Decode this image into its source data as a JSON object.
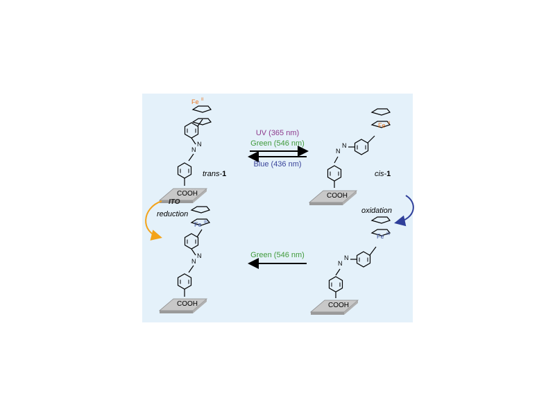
{
  "labels": {
    "fe2": "Fe",
    "fe2_sup": "II",
    "fe3": "Fe",
    "fe3_sup": "III",
    "trans_prefix": "trans-",
    "cis_prefix": "cis-",
    "compound_number": "1",
    "cooh": "COOH",
    "ito": "ITO",
    "reduction": "reduction",
    "oxidation": "oxidation",
    "uv": "UV (365 nm)",
    "green_top": "Green (546 nm)",
    "blue": "Blue (436 nm)",
    "green_bottom": "Green (546 nm)"
  },
  "colors": {
    "background": "#e4f1fa",
    "fe2": "#e8731c",
    "fe3": "#3a4f9c",
    "uv": "#8e3a8c",
    "green": "#3f9a3a",
    "blue": "#39449a",
    "reduction_arrow": "#f3a31a",
    "oxidation_arrow": "#2f3f9a",
    "surface": "#c8c8c8"
  }
}
